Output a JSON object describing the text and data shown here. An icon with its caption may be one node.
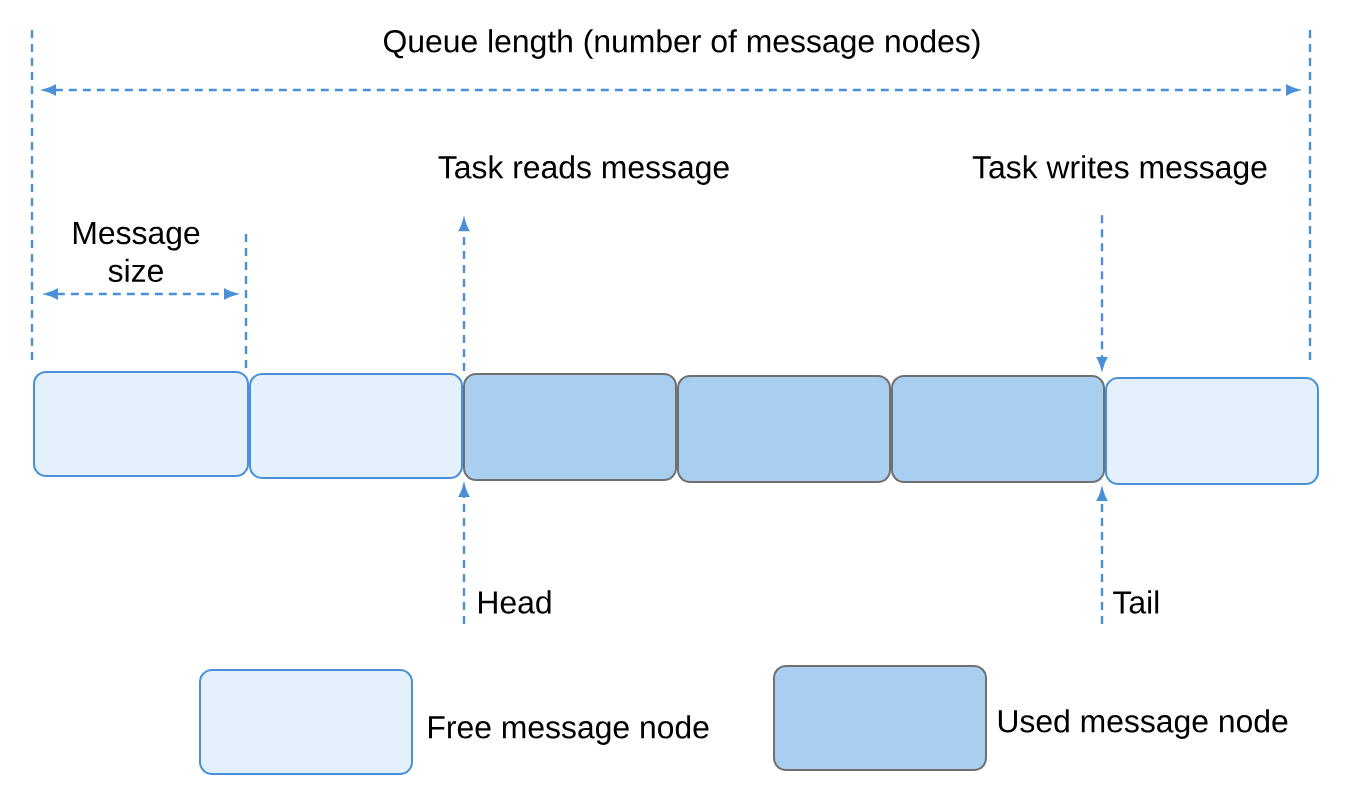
{
  "diagram": {
    "nodes": [
      {
        "text": [],
        "shape": "box"
      },
      {
        "text": [],
        "shape": "box"
      },
      {
        "text": [],
        "shape": "box"
      },
      {
        "text": [],
        "shape": "box"
      },
      {
        "text": [],
        "shape": "box"
      },
      {
        "text": [],
        "shape": "box"
      },
      {
        "text": [
          "Task reads message"
        ]
      },
      {
        "text": [
          "Task writes message"
        ]
      },
      {
        "text": [
          "Head"
        ]
      },
      {
        "text": [
          "Tail"
        ]
      }
    ],
    "edges": [
      {
        "from": 1,
        "to": 6,
        "arrow": "to"
      },
      {
        "from": 7,
        "to": 4,
        "arrow": "to"
      },
      {
        "from": 8,
        "to": 1,
        "arrow": "to"
      },
      {
        "from": 9,
        "to": 4,
        "arrow": "to"
      }
    ],
    "labels": [
      "Queue length (number of message nodes)",
      "Message size"
    ],
    "legend": [
      {
        "text": "Free message node",
        "color": "#e4f0fb"
      },
      {
        "text": "Used message node",
        "color": "#a9cff0"
      }
    ]
  }
}
